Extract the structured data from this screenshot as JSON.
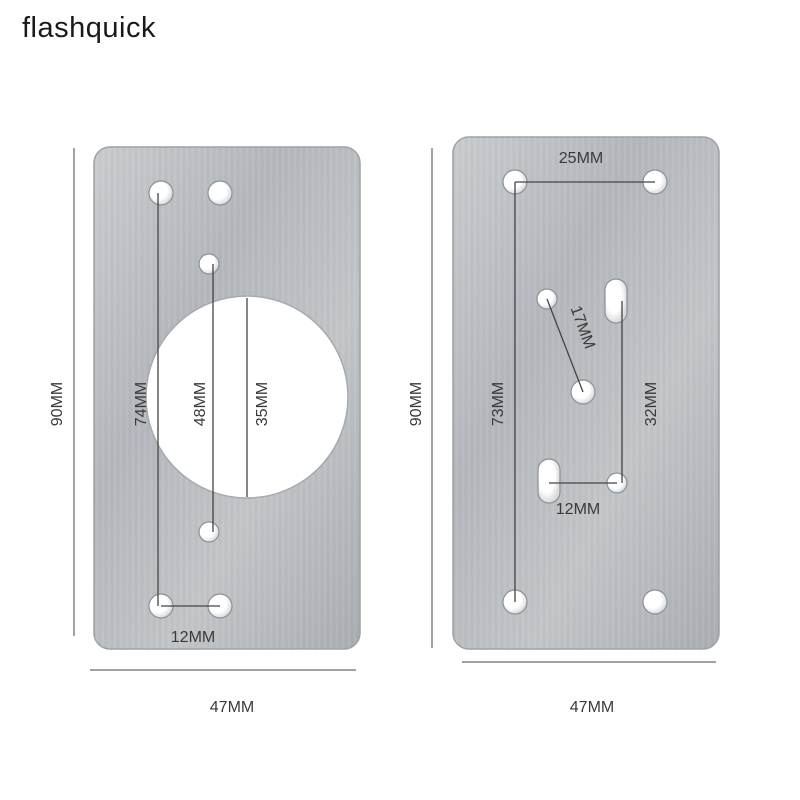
{
  "brand": "flashquick",
  "plate_left": {
    "height_label": "90MM",
    "width_label": "47MM",
    "dim_74": "74MM",
    "dim_48": "48MM",
    "dim_35": "35MM",
    "dim_12": "12MM"
  },
  "plate_right": {
    "height_label": "90MM",
    "width_label": "47MM",
    "dim_25": "25MM",
    "dim_17": "17MM",
    "dim_73": "73MM",
    "dim_32": "32MM",
    "dim_12": "12MM"
  },
  "colors": {
    "plate": "#b9bcbf",
    "plate_edge": "#9ea2a6",
    "dim_line": "#444444",
    "hole": "#ffffff"
  }
}
